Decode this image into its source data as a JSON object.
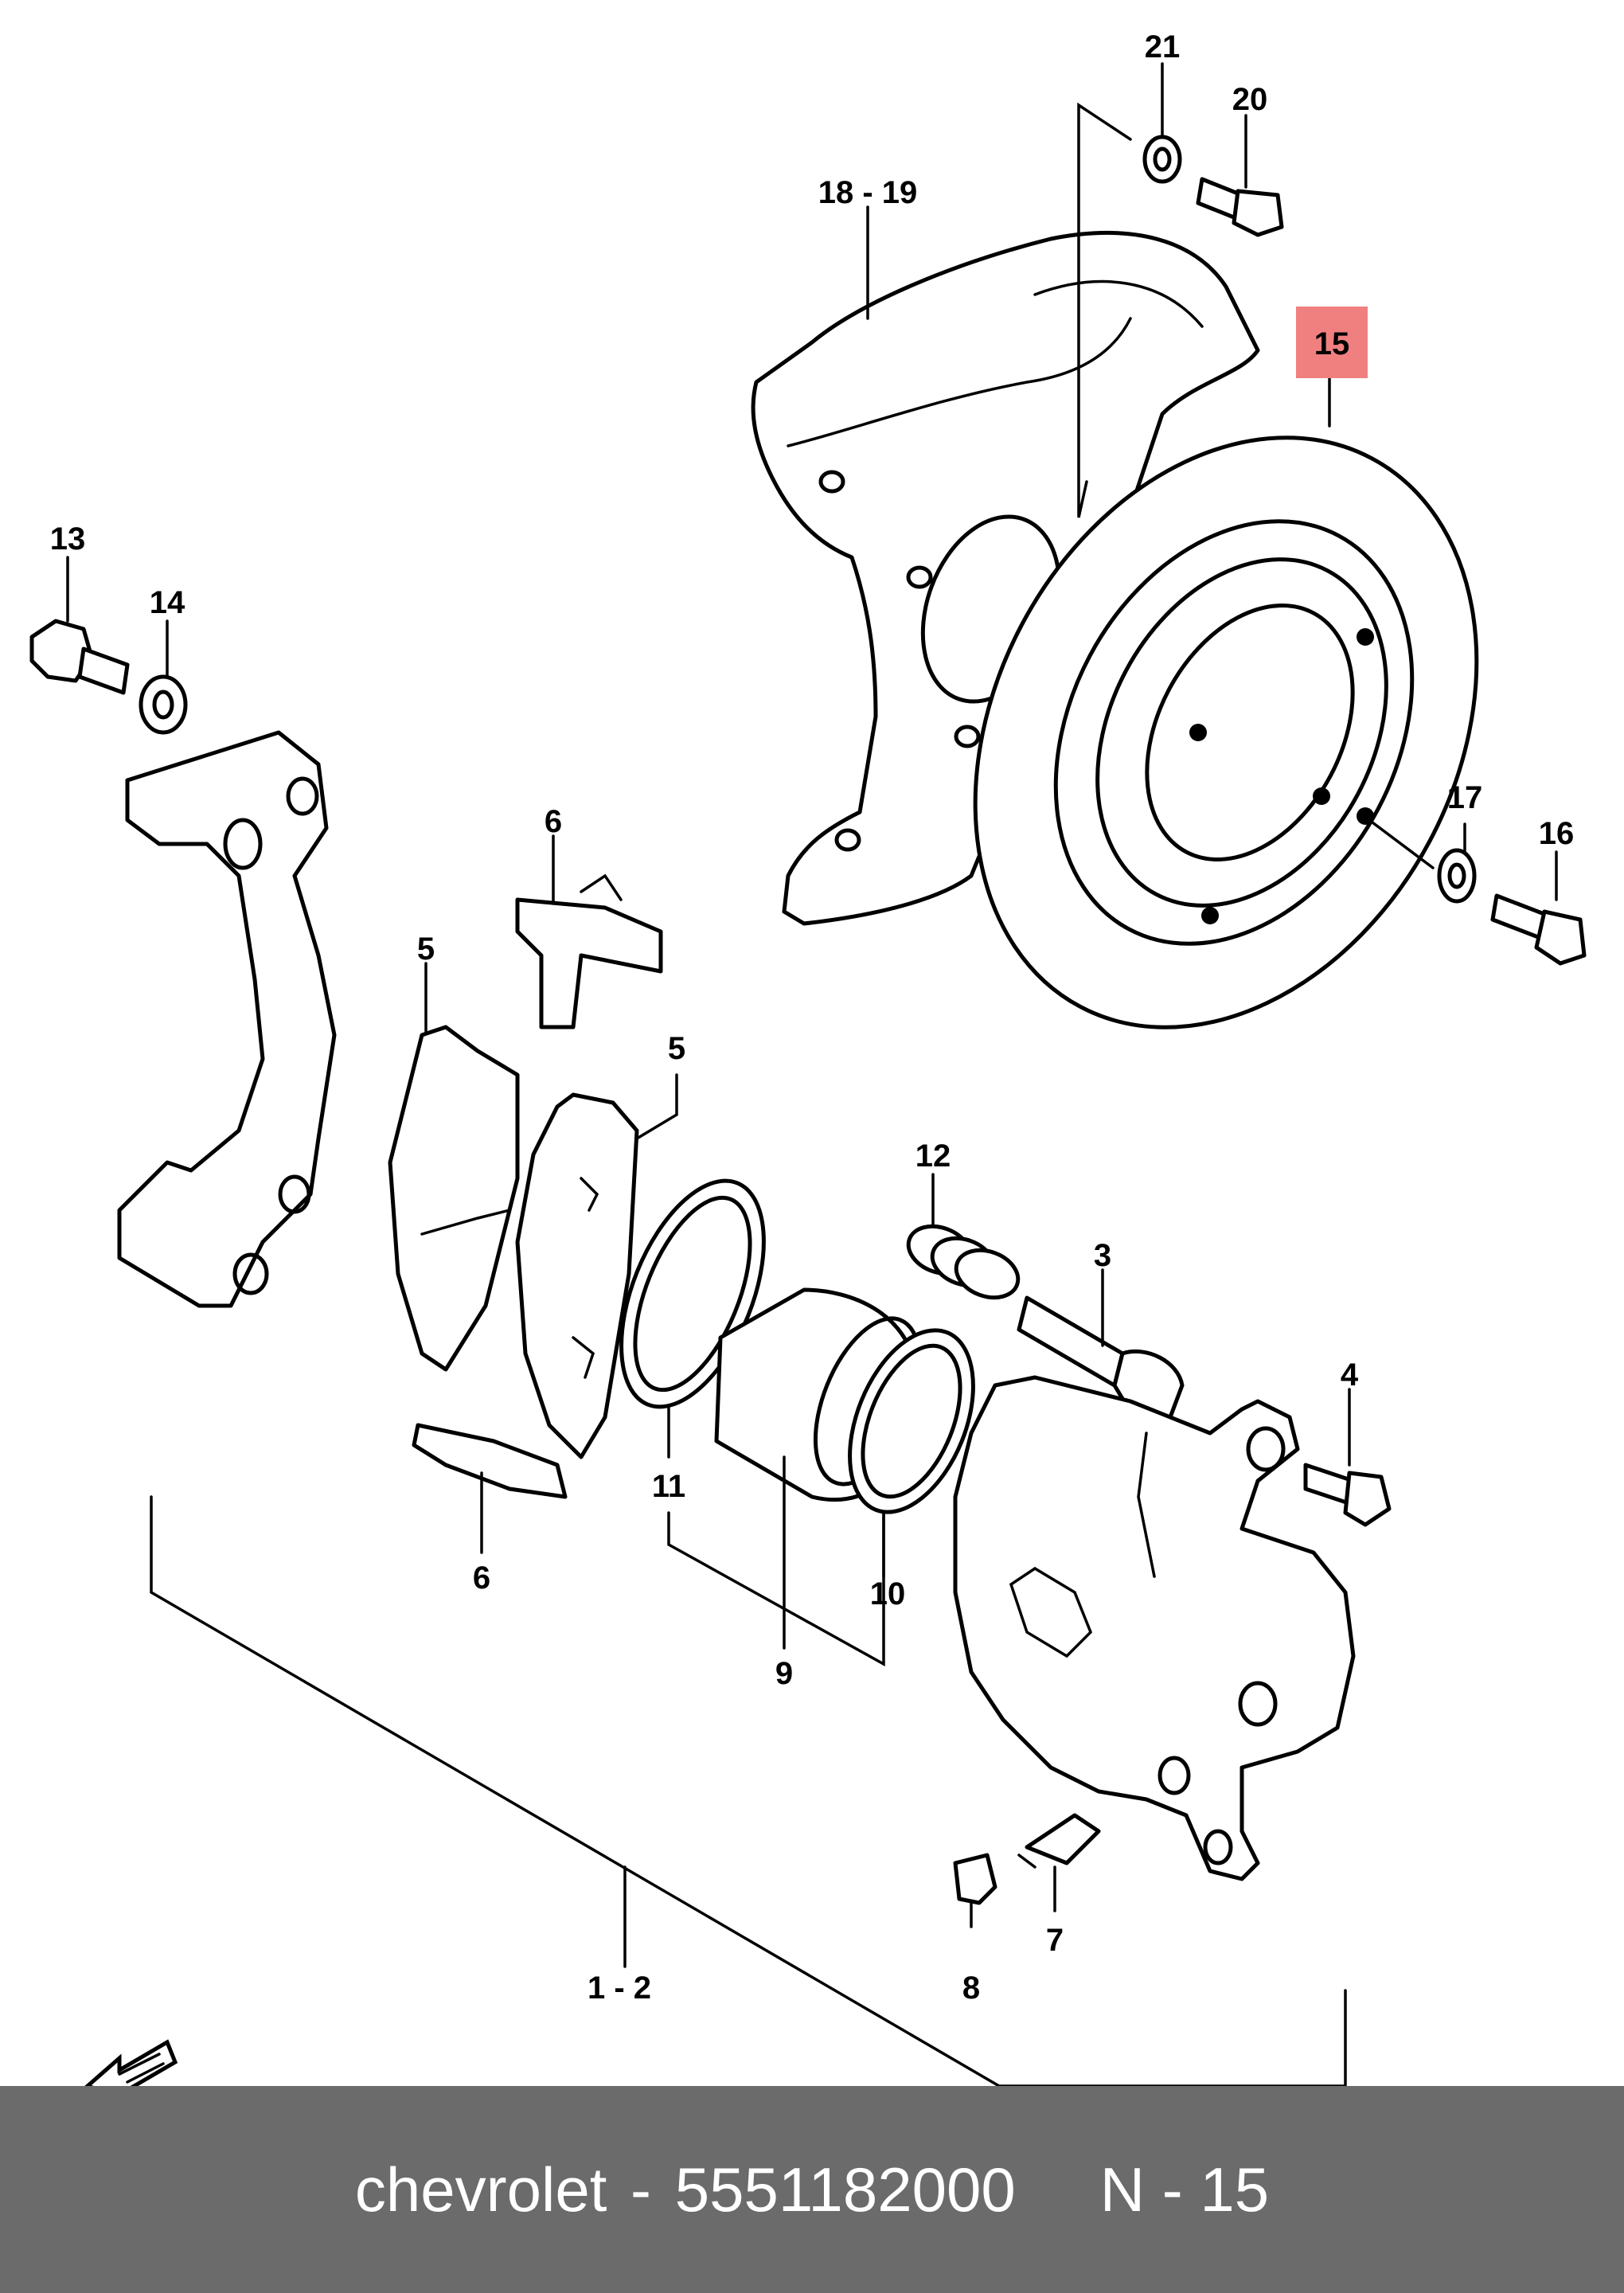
{
  "callouts": {
    "c1_2": "1 - 2",
    "c3": "3",
    "c4": "4",
    "c5a": "5",
    "c5b": "5",
    "c6a": "6",
    "c6b": "6",
    "c7": "7",
    "c8": "8",
    "c9": "9",
    "c10": "10",
    "c11": "11",
    "c12": "12",
    "c13": "13",
    "c14": "14",
    "c15": "15",
    "c16": "16",
    "c17": "17",
    "c18_19": "18 - 19",
    "c20": "20",
    "c21": "21"
  },
  "highlight": {
    "part": "15",
    "color": "#f08080"
  },
  "footer": {
    "brand": "chevrolet",
    "separator": " - ",
    "part_number": "5551182000",
    "ref_label": "N - 15",
    "background": "#6b6b6b"
  }
}
